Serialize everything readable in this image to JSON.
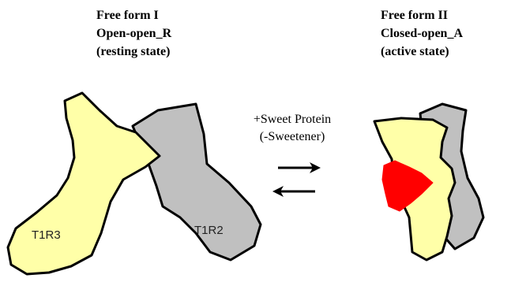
{
  "left_state": {
    "name": "Free form I",
    "conformation": "Open-open_R",
    "state": "(resting state)"
  },
  "right_state": {
    "name": "Free form II",
    "conformation": "Closed-open_A",
    "state": "(active state)"
  },
  "reaction": {
    "add": "+Sweet Protein",
    "remove": "(-Sweetener)"
  },
  "subunits": {
    "left": "T1R3",
    "right": "T1R2"
  },
  "colors": {
    "t1r3_fill": "#FFFFA8",
    "t1r2_fill": "#C0C0C0",
    "ligand_fill": "#FF0000",
    "outline": "#000000"
  }
}
